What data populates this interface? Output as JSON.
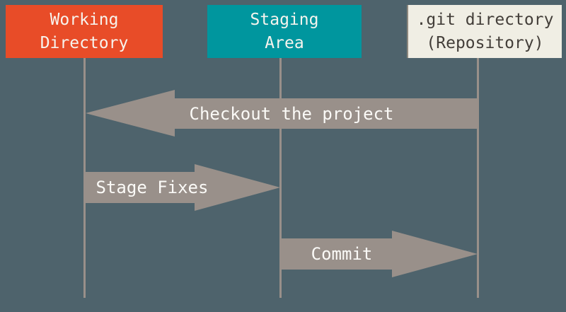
{
  "diagram": {
    "description": "Git sequence diagram of the three file states/areas",
    "columns": [
      {
        "id": "working-directory",
        "title_line1": "Working",
        "title_line2": "Directory",
        "fill": "#e84c28",
        "text_color": "#f7f4ee"
      },
      {
        "id": "staging-area",
        "title_line1": "Staging",
        "title_line2": "Area",
        "fill": "#00969e",
        "text_color": "#f7f4ee"
      },
      {
        "id": "git-directory",
        "title_line1": ".git directory",
        "title_line2": "(Repository)",
        "fill": "#f0eee4",
        "text_color": "#433e39"
      }
    ],
    "arrows": [
      {
        "id": "checkout",
        "label": "Checkout the project",
        "direction": "left",
        "from": "git-directory",
        "to": "working-directory"
      },
      {
        "id": "stage-fixes",
        "label": "Stage Fixes",
        "direction": "right",
        "from": "working-directory",
        "to": "staging-area"
      },
      {
        "id": "commit",
        "label": "Commit",
        "direction": "right",
        "from": "staging-area",
        "to": "git-directory"
      }
    ],
    "colors": {
      "background": "#4e636c",
      "arrow_fill": "#99908a",
      "arrow_text": "#fbfaf7",
      "lifeline": "#99908a"
    }
  }
}
